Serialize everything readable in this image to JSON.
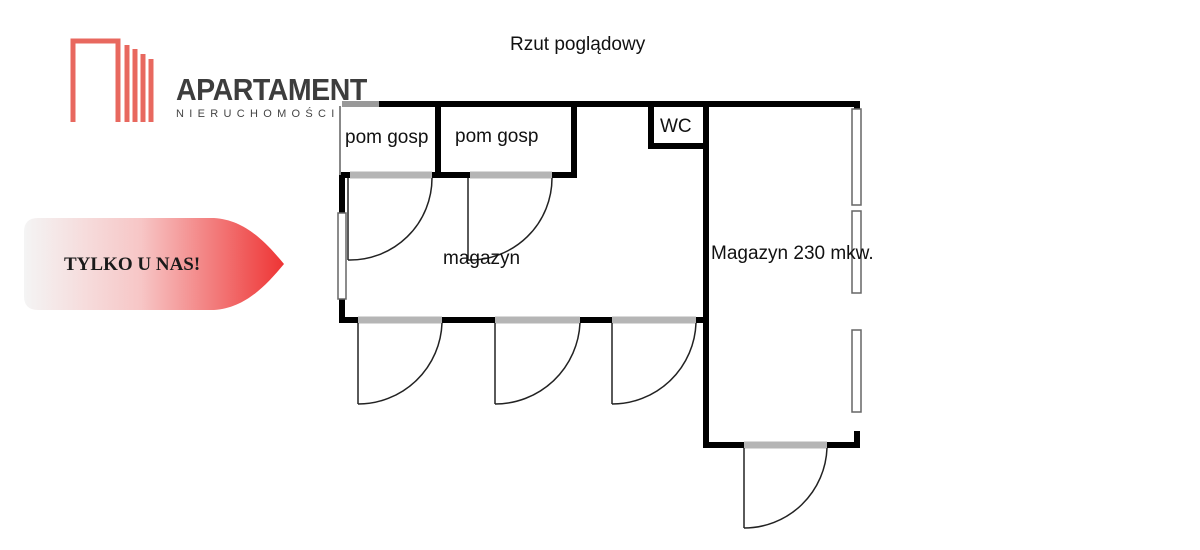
{
  "title": "Rzut poglądowy",
  "logo": {
    "name": "APARTAMENT",
    "tagline": "NIERUCHOMOŚCI",
    "accent_color": "#e8685f"
  },
  "promo": {
    "label": "TYLKO U NAS!",
    "gradient_start": "#f2f2f2",
    "gradient_end": "#ee3b3b"
  },
  "rooms": {
    "storage_1": "pom gosp",
    "storage_2": "pom gosp",
    "wc": "WC",
    "main_store": "magazyn",
    "warehouse": "Magazyn 230 mkw."
  },
  "colors": {
    "wall": "#000000",
    "door_leaf": "#b5b5b5",
    "window": "#888888"
  }
}
